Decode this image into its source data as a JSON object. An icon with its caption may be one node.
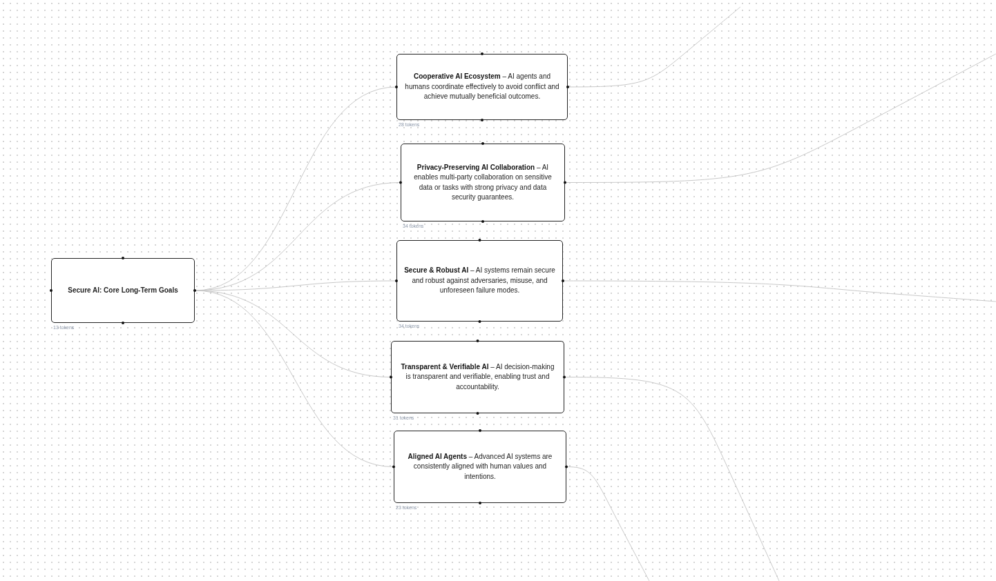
{
  "diagram": {
    "nodes": [
      {
        "text": [
          "Secure AI: Core Long-Term Goals"
        ],
        "beside": [
          "13 tokens"
        ]
      },
      {
        "text": [
          "**Cooperative AI Ecosystem** – AI agents and humans coordinate effectively to avoid conflict and achieve mutually beneficial outcomes."
        ],
        "beside": [
          "28 tokens"
        ]
      },
      {
        "text": [
          "**Privacy-Preserving AI Collaboration** – AI enables multi-party collaboration on sensitive data or tasks with strong privacy and data security guarantees."
        ],
        "beside": [
          "34 tokens"
        ]
      },
      {
        "text": [
          "**Secure & Robust AI** – AI systems remain secure and robust against adversaries, misuse, and unforeseen failure modes."
        ],
        "beside": [
          "34 tokens"
        ]
      },
      {
        "text": [
          "**Transparent & Verifiable AI** – AI decision-making is transparent and verifiable, enabling trust and accountability."
        ],
        "beside": [
          "31 tokens"
        ]
      },
      {
        "text": [
          "**Aligned AI Agents** – Advanced AI systems are consistently aligned with human values and intentions."
        ],
        "beside": [
          "23 tokens"
        ]
      }
    ],
    "edges": [
      {
        "from": 0,
        "to": 1,
        "arrow": "none"
      },
      {
        "from": 0,
        "to": 2,
        "arrow": "none"
      },
      {
        "from": 0,
        "to": 3,
        "arrow": "none"
      },
      {
        "from": 0,
        "to": 4,
        "arrow": "none"
      },
      {
        "from": 0,
        "to": 5,
        "arrow": "none"
      },
      {
        "from": 1,
        "to": null,
        "arrow": "none"
      },
      {
        "from": 2,
        "to": null,
        "arrow": "none"
      },
      {
        "from": 3,
        "to": null,
        "arrow": "none"
      },
      {
        "from": 4,
        "to": null,
        "arrow": "none"
      },
      {
        "from": 5,
        "to": null,
        "arrow": "none"
      }
    ]
  }
}
